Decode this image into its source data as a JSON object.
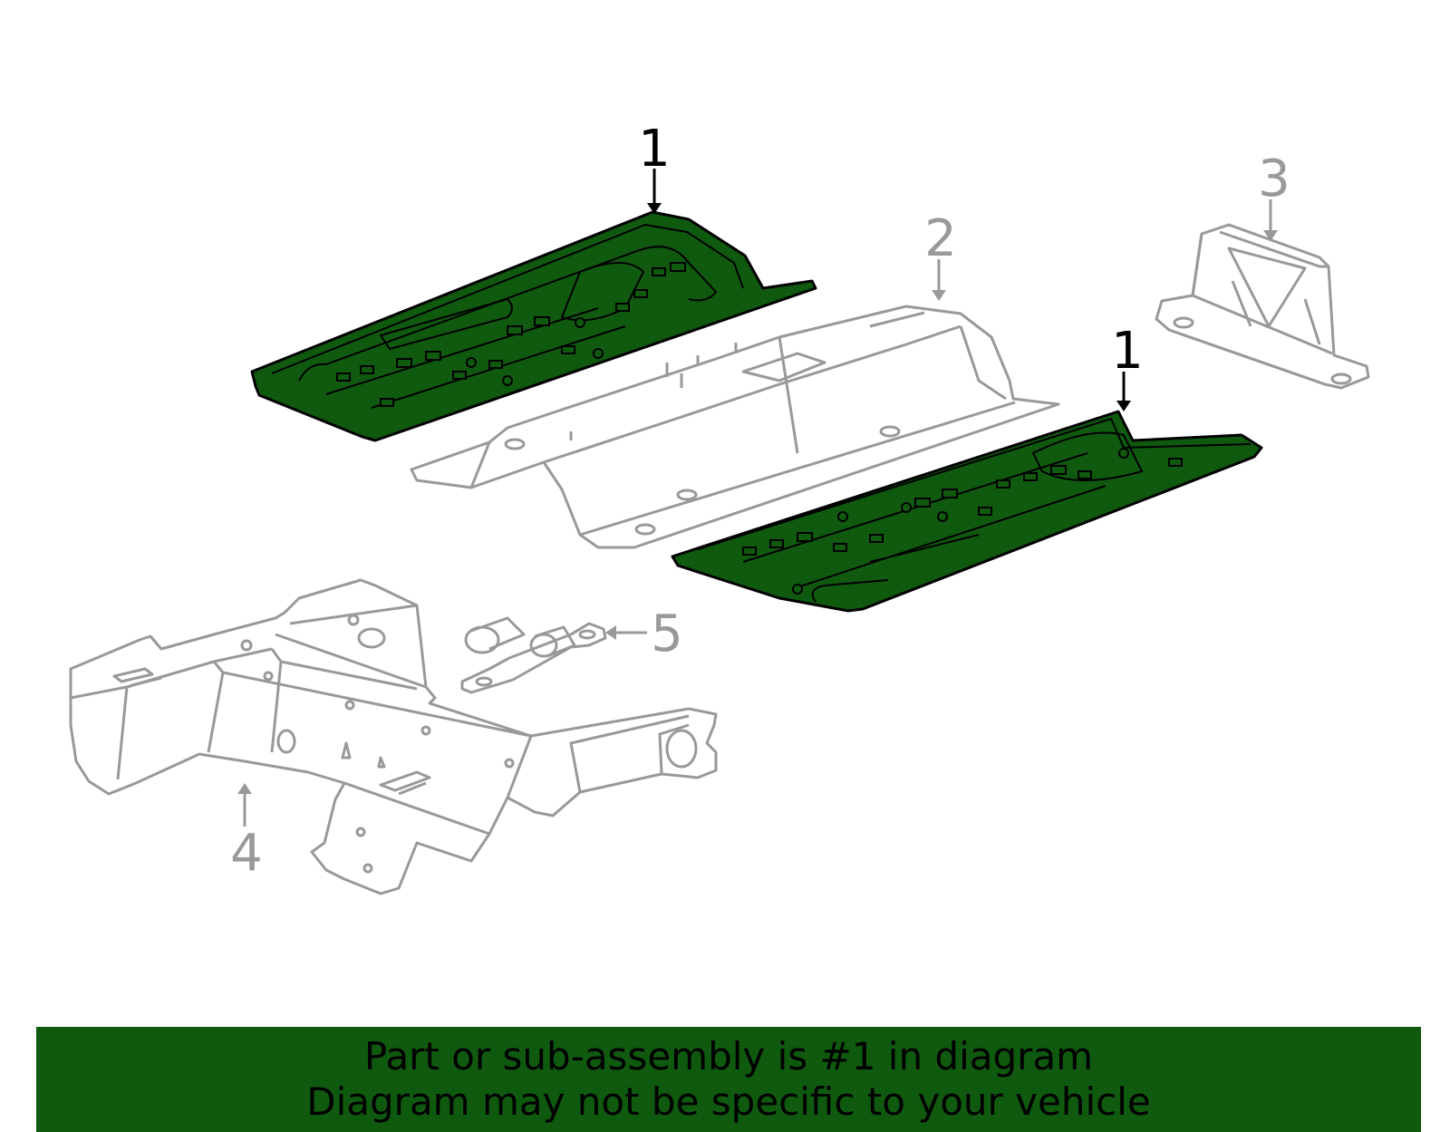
{
  "colors": {
    "highlight_fill": "#0f5a0f",
    "highlight_stroke": "#000000",
    "other_parts": "#999999",
    "banner_bg": "#0f5a0f"
  },
  "callouts": {
    "pan_left": "1",
    "pan_right": "1",
    "tunnel": "2",
    "bracket": "3",
    "crossmember": "4",
    "small_bracket": "5"
  },
  "banner": {
    "line1": "Part or sub-assembly is #1 in diagram",
    "line2": "Diagram may not be specific to your vehicle"
  }
}
